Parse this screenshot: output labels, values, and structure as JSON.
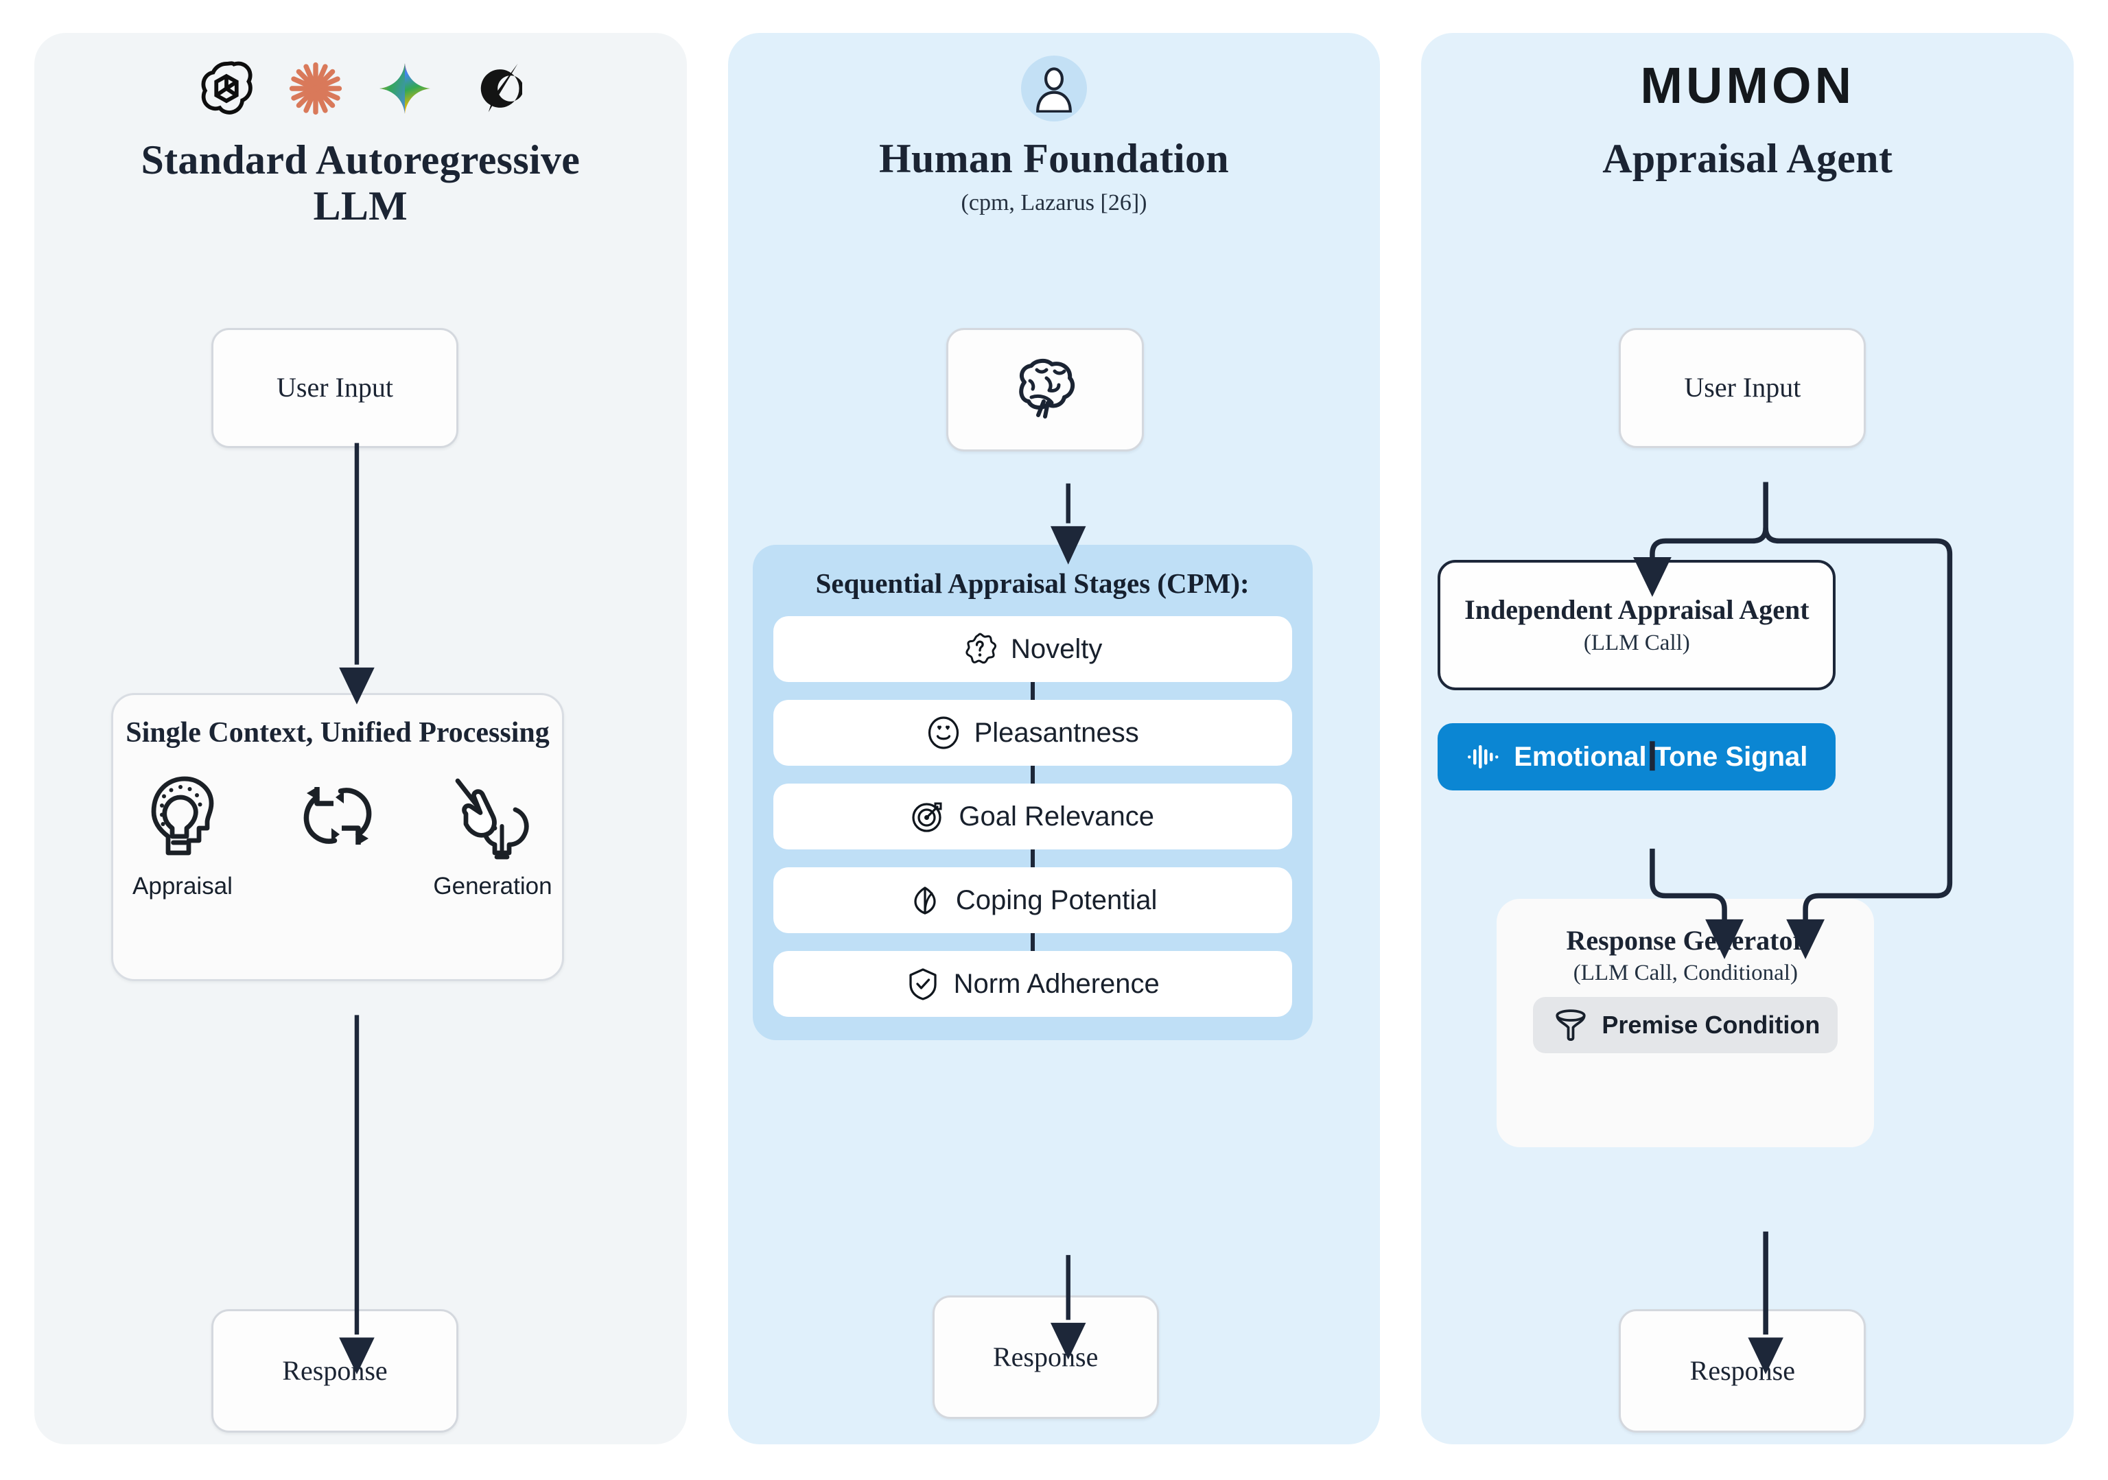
{
  "panels": {
    "left": {
      "logos": [
        "openai-logo",
        "claude-logo",
        "gemini-logo",
        "grok-logo"
      ],
      "title": "Standard Autoregressive LLM",
      "nodes": {
        "user_input": "User Input",
        "process_title": "Single Context, Unified Processing",
        "appraisal_caption": "Appraisal",
        "loop_caption": "",
        "generation_caption": "Generation",
        "response": "Response"
      }
    },
    "middle": {
      "avatar_icon": "person-icon",
      "title": "Human Foundation",
      "subtitle": "(cpm, Lazarus [26])",
      "brain_icon": "brain-icon",
      "cpm_heading": "Sequential Appraisal Stages (CPM):",
      "stages": [
        {
          "icon": "question-badge-icon",
          "label": "Novelty"
        },
        {
          "icon": "smiley-heart-eyes-icon",
          "label": "Pleasantness"
        },
        {
          "icon": "target-icon",
          "label": "Goal Relevance"
        },
        {
          "icon": "leaf-icon",
          "label": "Coping Potential"
        },
        {
          "icon": "shield-check-icon",
          "label": "Norm Adherence"
        }
      ],
      "response": "Response"
    },
    "right": {
      "wordmark": "MUMON",
      "title": "Appraisal Agent",
      "nodes": {
        "user_input": "User Input",
        "agent_title": "Independent Appraisal Agent",
        "agent_sub": "(LLM Call)",
        "tone_badge": "Emotional Tone Signal",
        "tone_icon": "waveform-icon",
        "generator_title": "Response Generator",
        "generator_sub": "(LLM Call, Conditional)",
        "premise_badge": "Premise Condition",
        "premise_icon": "funnel-icon",
        "response": "Response"
      }
    }
  },
  "colors": {
    "panel_left_bg": "#f2f5f7",
    "panel_middle_bg": "#e0f0fb",
    "panel_right_bg": "#e3f1fb",
    "cpm_container_bg": "#bfdff6",
    "accent_blue": "#0b86d3",
    "ink": "#1d2739",
    "badge_grey": "#e4e6e9"
  }
}
